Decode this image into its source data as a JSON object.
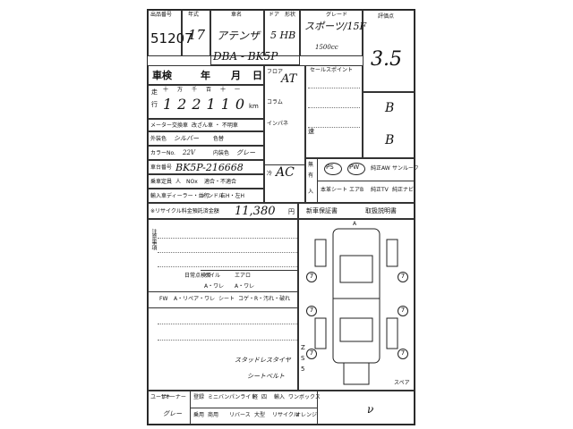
{
  "header": {
    "lot_label": "出品番号",
    "lot_number": "51207",
    "year_label": "年式",
    "year_value": "17",
    "model_label": "車名",
    "model_value": "アテンザ",
    "doors_label": "ドア",
    "body_label": "形状",
    "body_value": "5 HB",
    "grade_label": "グレード",
    "grade_value": "スポーツ/15F",
    "score_label": "評価点",
    "score_value": "3.5",
    "chassis_code": "DBA - BK5P",
    "displacement": "1500cc"
  },
  "inspection": {
    "label": "車検",
    "year_unit": "年",
    "month_unit": "月",
    "day_unit": "日"
  },
  "mileage": {
    "label_top": "走",
    "label_bottom": "行",
    "digit_headers": [
      "十",
      "万",
      "千",
      "百",
      "十",
      "一"
    ],
    "value": "122110",
    "unit": "km",
    "exchange_label": "メーター交換車",
    "options": "改ざん車 ・ 不明車"
  },
  "colors": {
    "exterior_label": "外装色",
    "exterior_value": "シルバー",
    "color_no_label": "色替",
    "interior_label": "カラーNo.",
    "interior_value": "22V",
    "trim_label": "内装色",
    "trim_value": "グレー"
  },
  "chassis": {
    "label": "車台番号",
    "value": "BK5P-216668"
  },
  "spec": {
    "capacity_label": "乗車定員",
    "capacity_unit": "人",
    "nox_label": "NOx",
    "nox_options": "適合・不適合",
    "import_label": "輸入車",
    "dealer_label": "ディーラー・並行",
    "handle_label": "ハンドル",
    "handle_options": "右H・左H",
    "model_year_label": "モデル年式"
  },
  "recycle": {
    "label": "※リサイクル料金預託済金額",
    "value": "11,380",
    "unit": "円"
  },
  "equipment": {
    "shift_label": "フロア",
    "shift_value": "AT",
    "column_label": "コラム",
    "panel_label": "インパネ",
    "aircon_label": "冷",
    "aircon_value": "AC",
    "items": [
      "PS",
      "PW",
      "純正AW",
      "サンルーフ",
      "本革シート",
      "エアB",
      "純正TV",
      "純正ナビ"
    ],
    "mark_labels": [
      "無",
      "有",
      "入"
    ]
  },
  "sales_points": {
    "label": "セールスポイント",
    "b_marks": [
      "B",
      "B"
    ],
    "transmission": "速"
  },
  "documents": {
    "warranty": "新車保証書",
    "manual": "取扱説明書"
  },
  "notes": {
    "title": "注意事項",
    "recycle_note": "日常点検済",
    "wheel_label": "ホイル",
    "aero_label": "エアロ",
    "wheel_value": "",
    "aero_value": "A・ワレ",
    "wheel_row2": "A・ワレ",
    "drive_label": "FW",
    "drive_value": "A・リペア・ワレ",
    "seat_label": "シート",
    "seat_value": "コゲ・R・汚れ・破れ",
    "handwritten": [
      "スタッドレスタイヤ",
      "シートベルト"
    ]
  },
  "diagram": {
    "marks": [
      "7",
      "7",
      "7",
      "7",
      "7",
      "7"
    ],
    "side_letters": [
      "Z",
      "S",
      "5"
    ],
    "spare_label": "スペア",
    "front_label": "A"
  },
  "footer": {
    "user_label": "ユーザー",
    "owner_label": "1オーナー",
    "category_labels": [
      "登録",
      "ミニバン",
      "パンライト",
      "軽",
      "四",
      "輸入",
      "ワンボックス"
    ],
    "cargo_labels": [
      "乗用",
      "商用",
      "リバース",
      "大型",
      "リサイクル",
      "オレンジ"
    ],
    "grade_mark": "グレー",
    "check": "ν"
  }
}
